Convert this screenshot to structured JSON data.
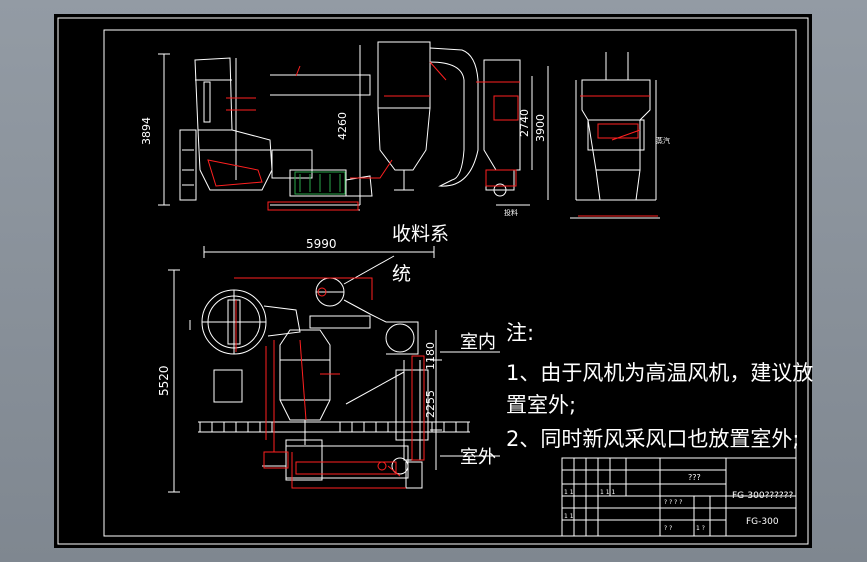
{
  "drawing": {
    "dims": {
      "elev_height_left": "3894",
      "elev_height_mid": "4260",
      "elev_h1": "2740",
      "elev_h2": "3900",
      "plan_width": "5990",
      "plan_height": "5520",
      "plan_d1": "1180",
      "plan_d2": "2255"
    },
    "labels": {
      "collect_1": "收料系",
      "collect_2": "统",
      "indoor": "室内",
      "outdoor": "室外",
      "elev_side_label": "蒸汽",
      "elev_bottom_label": "投料"
    },
    "notes": {
      "head": "注:",
      "line1a": "1、由于风机为高温风机，建议放",
      "line1b": "置室外;",
      "line2": "2、同时新风采风口也放置室外;"
    }
  },
  "title_block": {
    "unknown": "???",
    "drawing_name": "FG-300??????",
    "code": "FG-300",
    "cell_a": "1 1",
    "cell_b": "1 1 1",
    "cell_c": "? ? ? ?",
    "cell_d": "1 1",
    "cell_e": "? ?",
    "cell_f": "1 ?"
  },
  "colors": {
    "line_white": "#ffffff",
    "line_red": "#ff2020",
    "paper": "#000000"
  }
}
